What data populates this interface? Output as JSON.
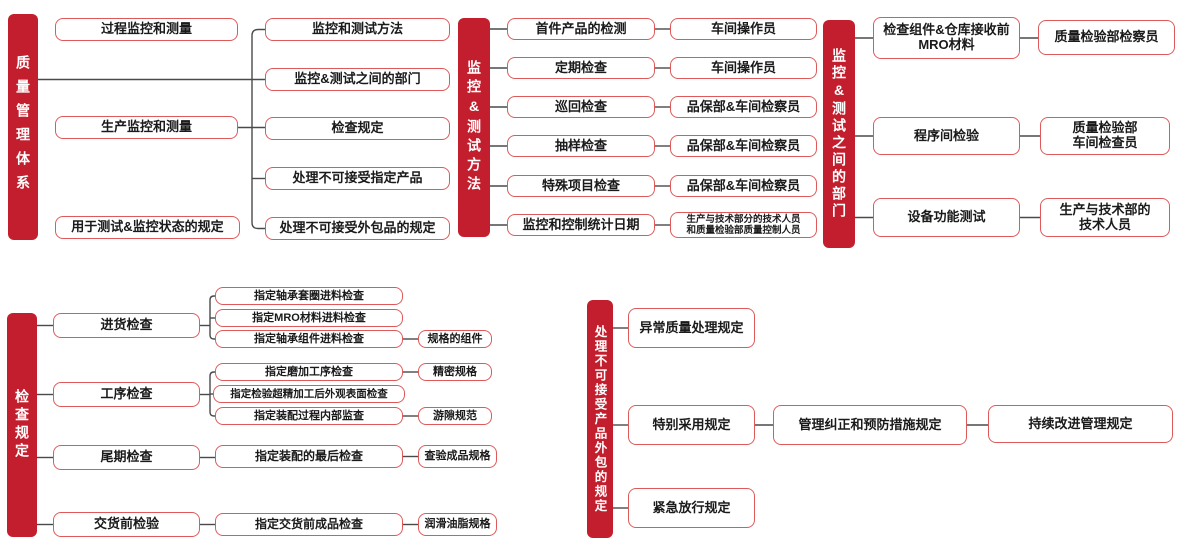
{
  "colors": {
    "bar_red": "#c31e2d",
    "box_border_red": "#de5a5a",
    "connector_gray": "#4a4a4a",
    "text": "#1a1a1a",
    "background": "#ffffff"
  },
  "qms": {
    "bar_label": "质量管理体系",
    "level1": [
      "过程监控和测量",
      "生产监控和测量",
      "用于测试&监控状态的规定"
    ],
    "level2": [
      "监控和测试方法",
      "监控&测试之间的部门",
      "检查规定",
      "处理不可接受指定产品",
      "处理不可接受外包品的规定"
    ]
  },
  "methods": {
    "bar_label": "监控&测试方法",
    "items": [
      "首件产品的检测",
      "定期检查",
      "巡回检查",
      "抽样检查",
      "特殊项目检查",
      "监控和控制统计日期"
    ],
    "owners": [
      "车间操作员",
      "车间操作员",
      "品保部&车间检察员",
      "品保部&车间检察员",
      "品保部&车间检察员",
      "生产与技术部分的技术人员\n和质量检验部质量控制人员"
    ]
  },
  "departments": {
    "bar_label": "监控&测试之间的部门",
    "items": [
      "检查组件&仓库接收前\nMRO材料",
      "程序间检验",
      "设备功能测试"
    ],
    "owners": [
      "质量检验部检察员",
      "质量检验部\n车间检查员",
      "生产与技术部的\n技术人员"
    ]
  },
  "inspection": {
    "bar_label": "检查规定",
    "level1": [
      "进货检查",
      "工序检查",
      "尾期检查",
      "交货前检验"
    ],
    "incoming_subs": [
      "指定轴承套圈进料检查",
      "指定MRO材料进料检查",
      "指定轴承组件进料检查"
    ],
    "incoming_spec": "规格的组件",
    "process_subs": [
      "指定磨加工序检查",
      "指定检验超精加工后外观表面检查",
      "指定装配过程内部监查"
    ],
    "process_specs": [
      "精密规格",
      "游隙规范"
    ],
    "final_sub": "指定装配的最后检查",
    "final_spec": "查验成品规格",
    "delivery_sub": "指定交货前成品检查",
    "delivery_spec": "润滑油脂规格"
  },
  "nonconforming": {
    "bar_label": "处理不可接受产品外包的规定",
    "level1": [
      "异常质量处理规定",
      "特别采用规定",
      "紧急放行规定"
    ],
    "chain": [
      "管理纠正和预防措施规定",
      "持续改进管理规定"
    ]
  }
}
